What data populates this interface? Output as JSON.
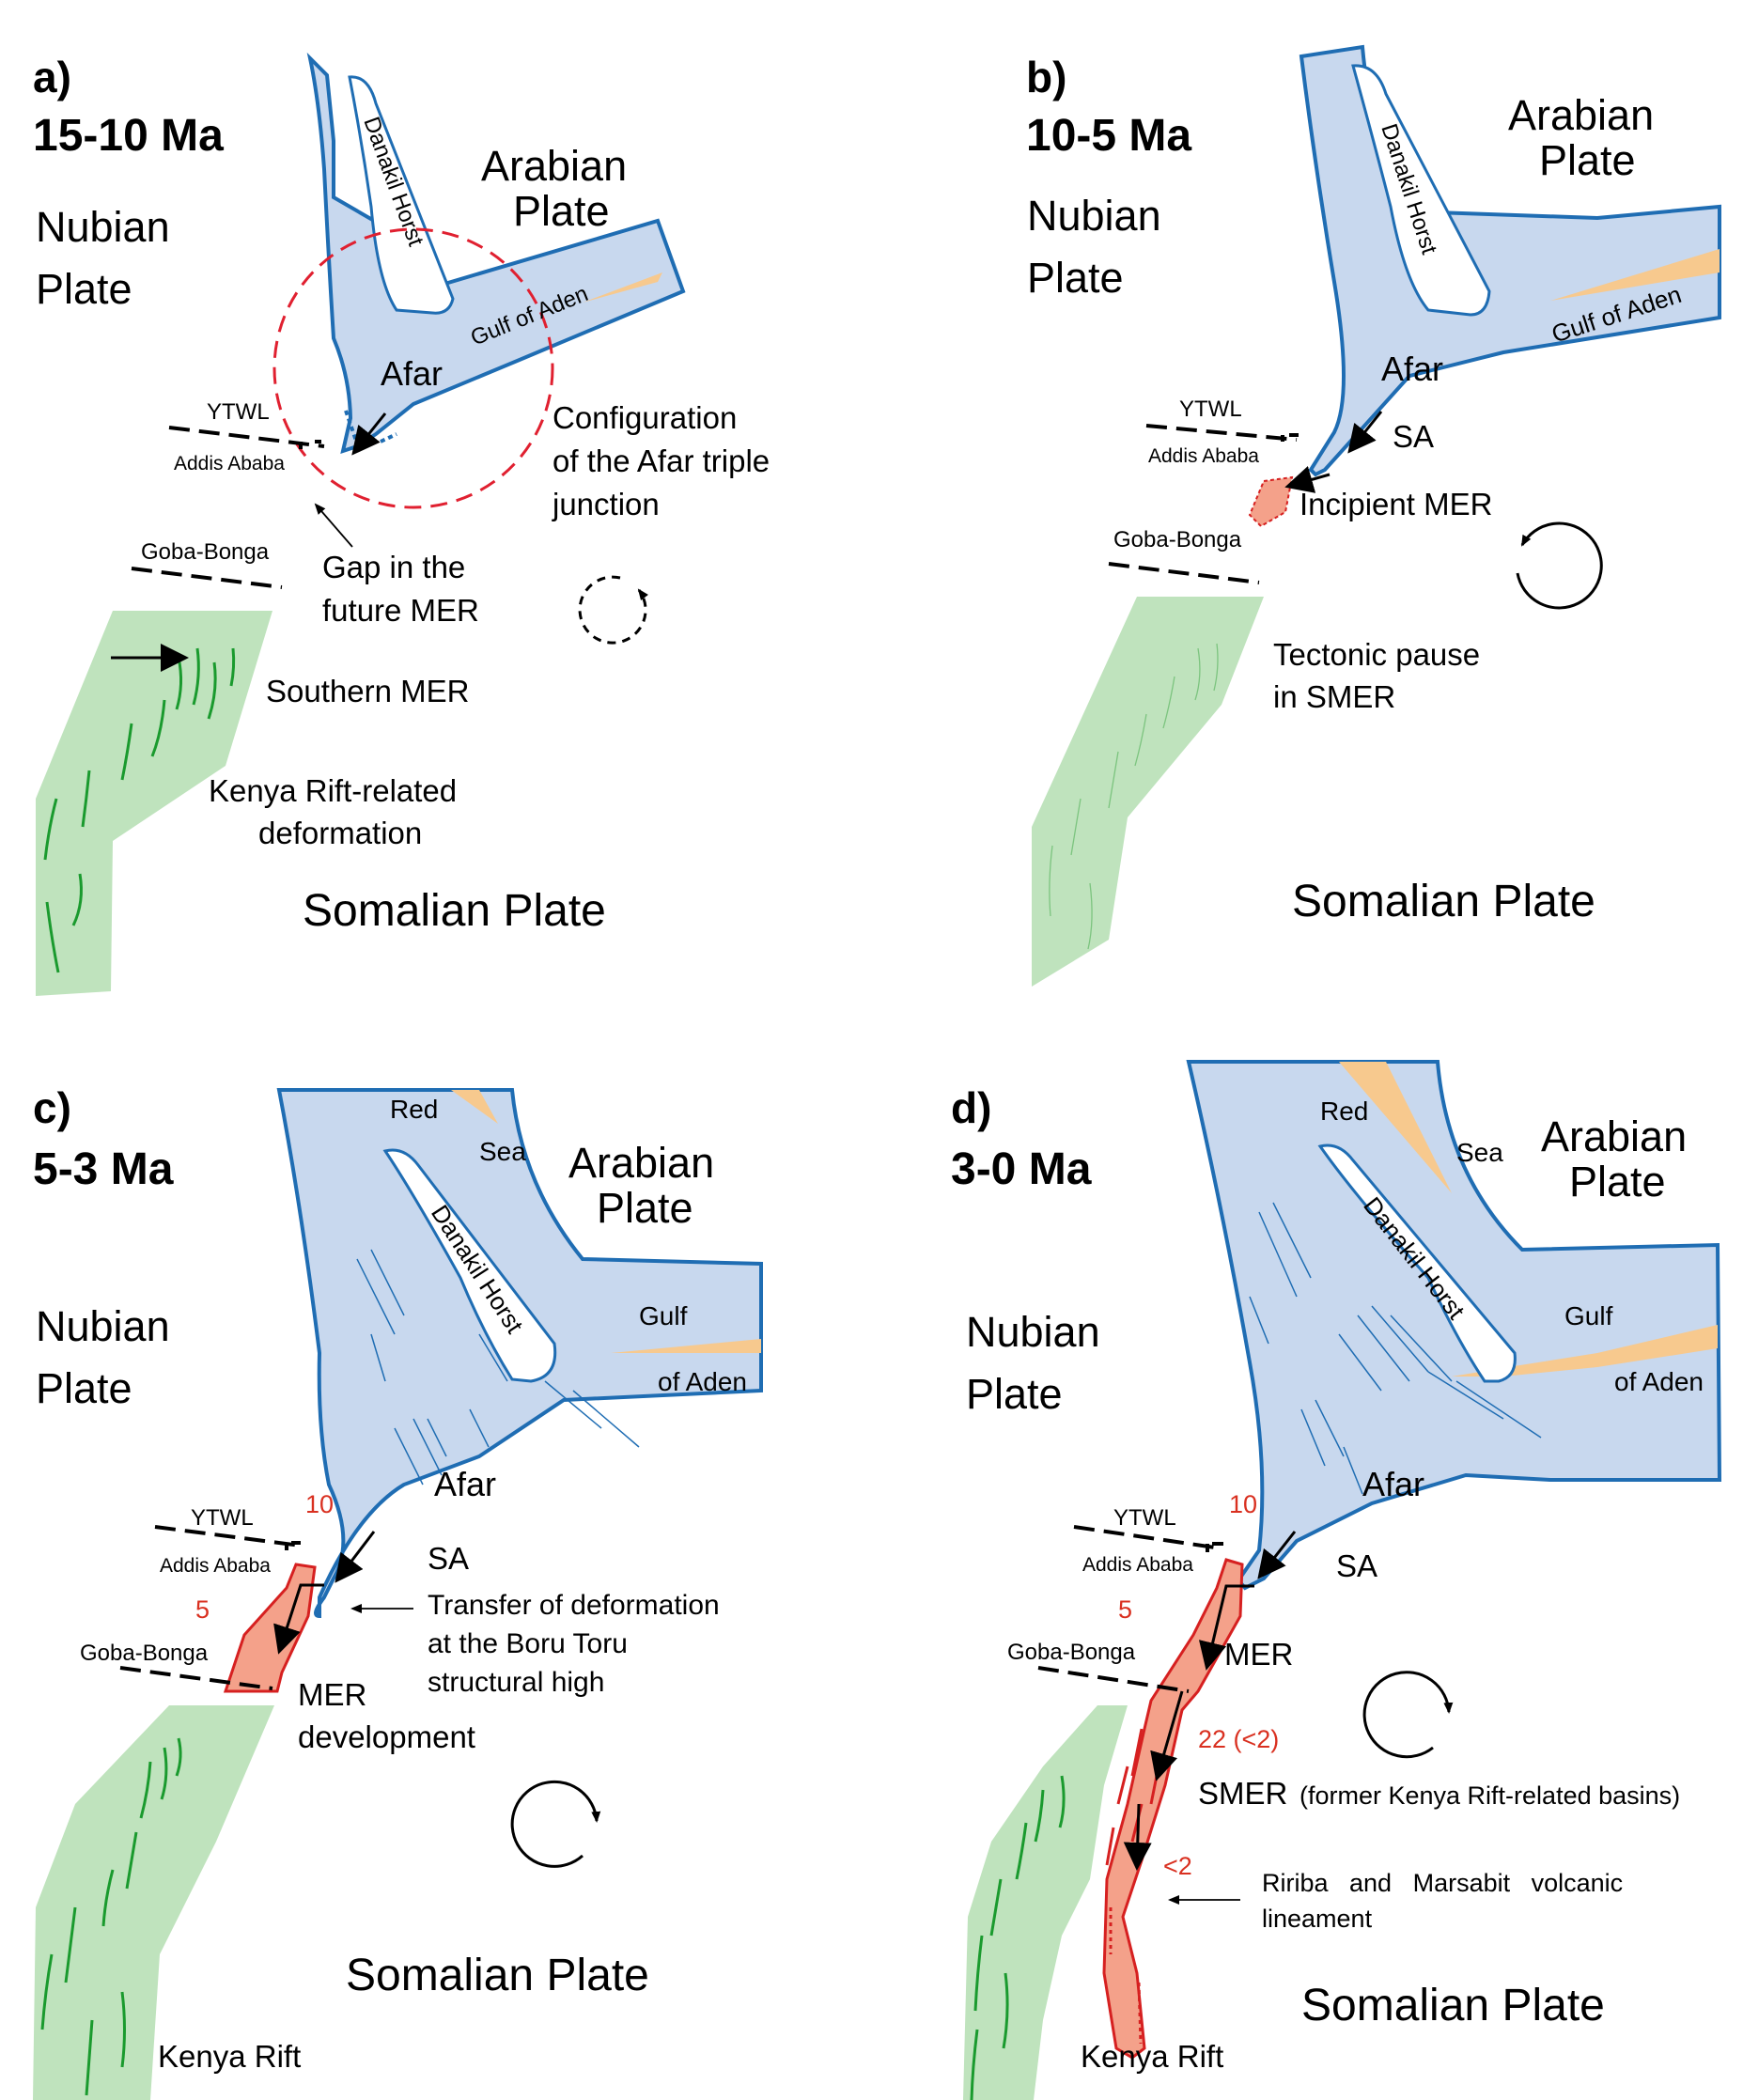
{
  "panel_a": {
    "label": "a)",
    "age": "15-10 Ma",
    "nubian": [
      "Nubian",
      "Plate"
    ],
    "arabian": [
      "Arabian",
      "Plate"
    ],
    "danakil": "Danakil Horst",
    "gulf": "Gulf of Aden",
    "afar": "Afar",
    "ytwl": "YTWL",
    "addis": "Addis Ababa",
    "goba": "Goba-Bonga",
    "config": [
      "Configuration",
      "of the Afar triple",
      "junction"
    ],
    "gap": [
      "Gap in the",
      "future MER"
    ],
    "smer": "Southern MER",
    "kenya": [
      "Kenya Rift-related",
      "deformation"
    ],
    "somalian": "Somalian Plate"
  },
  "panel_b": {
    "label": "b)",
    "age": "10-5 Ma",
    "nubian": [
      "Nubian",
      "Plate"
    ],
    "arabian": [
      "Arabian",
      "Plate"
    ],
    "danakil": "Danakil Horst",
    "gulf": "Gulf of Aden",
    "afar": "Afar",
    "sa": "SA",
    "ytwl": "YTWL",
    "addis": "Addis Ababa",
    "goba": "Goba-Bonga",
    "incipient": "Incipient MER",
    "pause": [
      "Tectonic pause",
      "in SMER"
    ],
    "somalian": "Somalian Plate"
  },
  "panel_c": {
    "label": "c)",
    "age": "5-3 Ma",
    "red": "Red",
    "sea": "Sea",
    "nubian": [
      "Nubian",
      "Plate"
    ],
    "arabian": [
      "Arabian",
      "Plate"
    ],
    "danakil": "Danakil Horst",
    "gulf": [
      "Gulf",
      "of Aden"
    ],
    "afar": "Afar",
    "sa": "SA",
    "ytwl": "YTWL",
    "addis": "Addis Ababa",
    "goba": "Goba-Bonga",
    "n10": "10",
    "n5": "5",
    "transfer": [
      "Transfer of deformation",
      "at the Boru Toru",
      "structural high"
    ],
    "mer": [
      "MER",
      "development"
    ],
    "somalian": "Somalian Plate",
    "kenya_rift": "Kenya Rift"
  },
  "panel_d": {
    "label": "d)",
    "age": "3-0 Ma",
    "red": "Red",
    "sea": "Sea",
    "nubian": [
      "Nubian",
      "Plate"
    ],
    "arabian": [
      "Arabian",
      "Plate"
    ],
    "danakil": "Danakil Horst",
    "gulf": [
      "Gulf",
      "of Aden"
    ],
    "afar": "Afar",
    "sa": "SA",
    "ytwl": "YTWL",
    "addis": "Addis Ababa",
    "goba": "Goba-Bonga",
    "n10": "10",
    "n5": "5",
    "mer": "MER",
    "n22": "22 (<2)",
    "smer": "SMER",
    "smer_note": "(former Kenya Rift-related basins)",
    "lt2": "<2",
    "ririba": [
      "Ririba   and   Marsabit   volcanic",
      "lineament"
    ],
    "somalian": "Somalian Plate",
    "kenya_rift": "Kenya Rift"
  },
  "colors": {
    "rift_fill": "#c8d8ee",
    "rift_line": "#1f6db3",
    "kenya_fill": "#bfe3bd",
    "kenya_line": "#1a9a2e",
    "mer_fill": "#f4a18a",
    "mer_line": "#d62020",
    "oceanic": "#f7c98e",
    "red_text": "#d93020",
    "circle": "#e02030"
  }
}
